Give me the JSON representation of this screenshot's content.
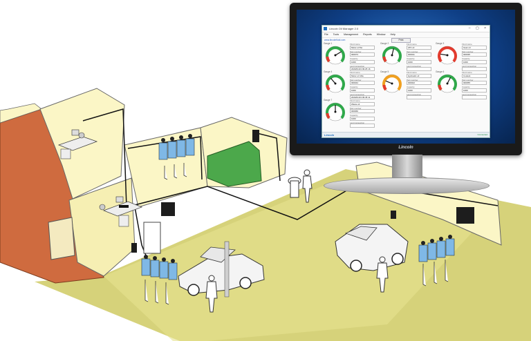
{
  "window": {
    "title": "Lincoln Oil Manager 2.0",
    "controls": "– ▢ ×",
    "menu": [
      "File",
      "Tools",
      "Management",
      "Reports",
      "Window",
      "Help"
    ],
    "url": "www.lincolnfluid.com",
    "print_label": "Print"
  },
  "gauges": [
    {
      "title": "Gauge 1",
      "level": 0.72,
      "zone": "green",
      "fields": [
        [
          "Fluid name",
          "Motor oil 5w"
        ],
        [
          "Part number",
          "000073"
        ],
        [
          "Capacity",
          "1000"
        ],
        [
          "Last transaction",
          "2020/01/23 09:25:16"
        ]
      ]
    },
    {
      "title": "Gauge 2",
      "level": 0.55,
      "zone": "green",
      "fields": [
        [
          "Fluid name",
          "ATF oil"
        ],
        [
          "Part number",
          "000011"
        ],
        [
          "Capacity",
          "1000"
        ],
        [
          "Last transaction",
          ""
        ]
      ]
    },
    {
      "title": "Gauge 3",
      "level": 0.2,
      "zone": "red",
      "fields": [
        [
          "Fluid name",
          "Gear oil"
        ],
        [
          "Part number",
          "000035"
        ],
        [
          "Capacity",
          "1000"
        ],
        [
          "Last transaction",
          ""
        ]
      ]
    },
    {
      "title": "Gauge 4",
      "level": 0.35,
      "zone": "green",
      "fields": [
        [
          "Fluid name",
          "Motor oil 10w"
        ],
        [
          "Part number",
          "000044"
        ],
        [
          "Capacity",
          "1000"
        ],
        [
          "Last transaction",
          "2020/01/23 09:45:11"
        ]
      ]
    },
    {
      "title": "Gauge 5",
      "level": 0.25,
      "zone": "orange",
      "fields": [
        [
          "Fluid name",
          "Hydraulic oil"
        ],
        [
          "Part number",
          "000022"
        ],
        [
          "Capacity",
          "1000"
        ],
        [
          "Last transaction",
          ""
        ]
      ]
    },
    {
      "title": "Gauge 6",
      "level": 0.6,
      "zone": "green",
      "fields": [
        [
          "Fluid name",
          "Coolant"
        ],
        [
          "Part number",
          "000055"
        ],
        [
          "Capacity",
          "1000"
        ],
        [
          "Last transaction",
          ""
        ]
      ]
    },
    {
      "title": "Gauge 7",
      "level": 0.5,
      "zone": "green",
      "fields": [
        [
          "Fluid name",
          "Waste oil"
        ],
        [
          "Part number",
          "000066"
        ],
        [
          "Capacity",
          "1000"
        ],
        [
          "Last transaction",
          ""
        ]
      ]
    }
  ],
  "status": {
    "logo": "Lincoln",
    "right": "Connected"
  },
  "monitor_brand": "Lincoln",
  "colors": {
    "wall": "#fbf6c6",
    "floor": "#d6d27a",
    "brick": "#cf6b3f",
    "tank": "#7fb8e6",
    "green_panel": "#4ca84b"
  }
}
